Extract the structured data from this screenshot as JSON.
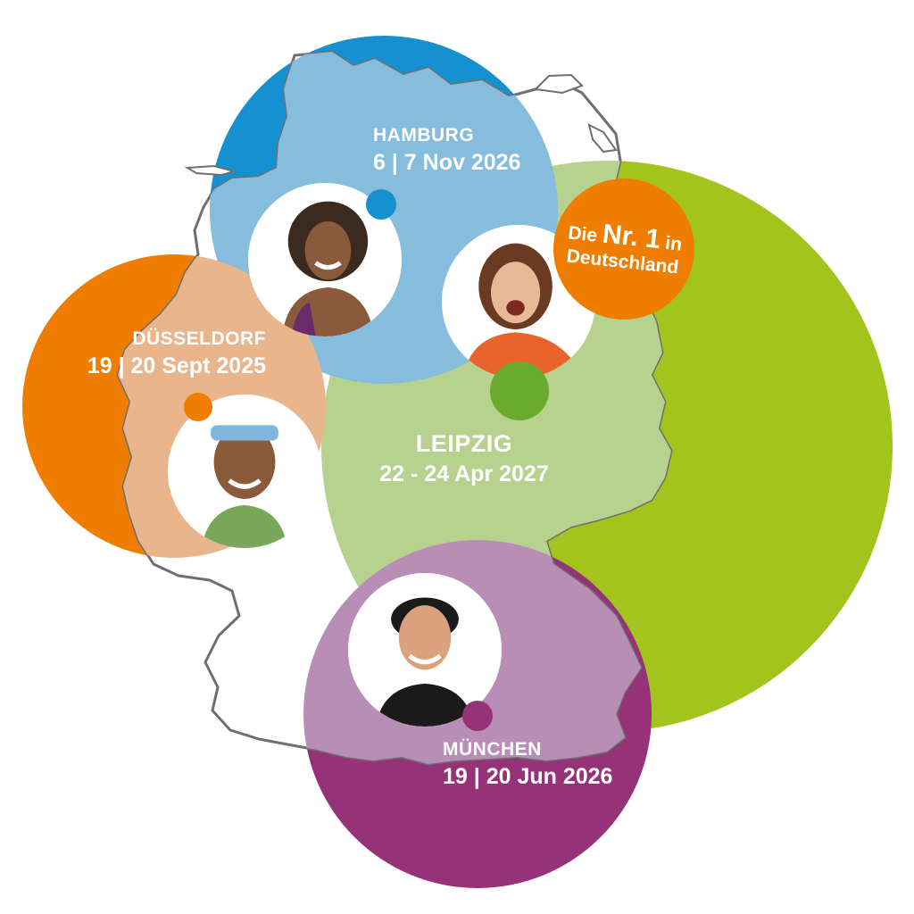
{
  "colors": {
    "green": "#a2c41c",
    "green_light": "#b6d28e",
    "blue": "#1590d0",
    "blue_light": "#86bcdc",
    "orange": "#ef7d00",
    "orange_light": "#e8b58c",
    "purple": "#963277",
    "purple_light": "#b88eb7",
    "leipzig_dot": "#6aab2e",
    "white": "#ffffff"
  },
  "cities": {
    "hamburg": {
      "name": "HAMBURG",
      "date": "6 | 7 Nov 2026"
    },
    "duesseldorf": {
      "name": "DÜSSELDORF",
      "date": "19 | 20 Sept 2025"
    },
    "leipzig": {
      "name": "LEIPZIG",
      "date": "22 - 24 Apr 2027"
    },
    "muenchen": {
      "name": "MÜNCHEN",
      "date": "19 | 20 Jun 2026"
    }
  },
  "badge": {
    "prefix": "Die ",
    "highlight": "Nr. 1",
    "suffix": " in",
    "line2": "Deutschland"
  },
  "icons": {
    "map": "germany-map-icon",
    "person": "person-portrait-icon"
  }
}
